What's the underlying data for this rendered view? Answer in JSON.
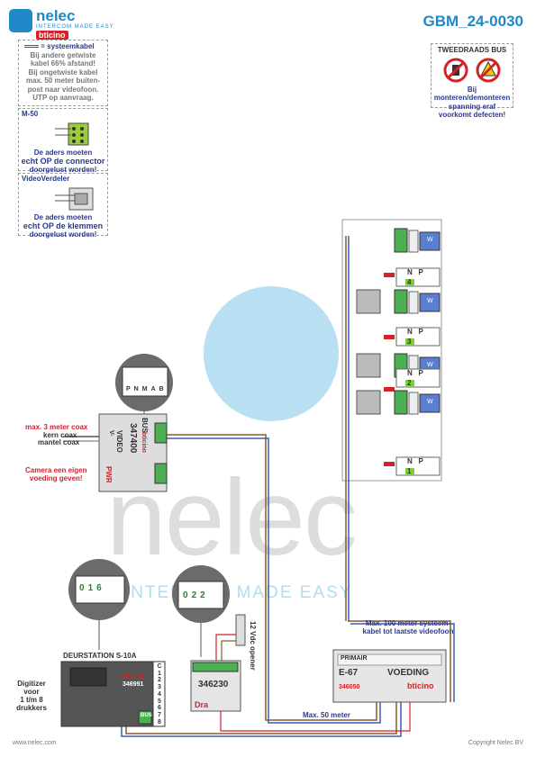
{
  "header": {
    "brand": "nelec",
    "brand_tagline": "INTERCOM MADE EASY",
    "bticino": "bticino",
    "doc_number": "GBM_24-0030"
  },
  "notes": {
    "cable": {
      "legend": "= systeemkabel",
      "lines": [
        "Bij andere getwiste",
        "kabel 66% afstand!",
        "Bij ongetwiste kabel",
        "max. 50 meter buiten-",
        "post naar videofoon.",
        "UTP op aanvraag."
      ]
    },
    "m50": {
      "title": "M-50",
      "lines": [
        "De aders moeten",
        "echt OP de connector",
        "doorgelust worden!"
      ]
    },
    "videoverdeler": {
      "title": "VideoVerdeler",
      "lines": [
        "De aders moeten",
        "echt OP de klemmen",
        "doorgelust worden!"
      ]
    },
    "warning": {
      "title": "TWEEDRAADS BUS",
      "lines": [
        "Bij monteren/demonteren",
        "spanning eraf",
        "voorkomt defecten!"
      ]
    }
  },
  "watermark": {
    "text": "nelec",
    "tagline": "INTERCOM MADE EASY"
  },
  "labels": {
    "max_coax": "max. 3 meter coax",
    "kern_coax": "kern coax",
    "mantel_coax": "mantel coax",
    "camera_power": [
      "Camera een eigen",
      "voeding geven!"
    ],
    "max_100": [
      "Max. 100 meter systeem-",
      "kabel tot laatste videofoon"
    ],
    "max_50": "Max. 50 meter",
    "opener": "12 Vdc opener",
    "deurstation": "DEURSTATION S-10A",
    "digitizer": [
      "Digitizer",
      "voor",
      "1 t/m 8",
      "drukkers"
    ]
  },
  "modules": {
    "m347400": {
      "code": "347400",
      "bus": "BUS",
      "video": "VIDEO",
      "v_minus": "V-",
      "pwr": "PWR",
      "bticino": "bticino"
    },
    "m346991": {
      "code": "346991",
      "bticino": "bticino",
      "bus": "BUS",
      "buttons": [
        "C",
        "1",
        "2",
        "3",
        "4",
        "5",
        "6",
        "7",
        "8"
      ]
    },
    "m346230": {
      "code": "346230",
      "dra": "Dra"
    },
    "e67": {
      "primair": "PRIMAIR",
      "model": "E-67",
      "name": "VOEDING",
      "code": "346050",
      "bticino": "bticino"
    }
  },
  "zoom_terminals": {
    "top": [
      "P",
      "N",
      "M",
      "A",
      "B"
    ],
    "bottom_left": [
      "0",
      "1",
      "6"
    ],
    "bottom_mid": [
      "0",
      "2",
      "2"
    ]
  },
  "apartments": [
    {
      "n": "4",
      "np": [
        "N",
        "P"
      ],
      "w": "W"
    },
    {
      "n": "3",
      "np": [
        "N",
        "P"
      ],
      "w": "W"
    },
    {
      "n": "2",
      "np": [
        "N",
        "P"
      ],
      "w": "W"
    },
    {
      "n": "1",
      "np": [
        "N",
        "P"
      ],
      "w": "W"
    }
  ],
  "footer": {
    "left": "www.nelec.com",
    "right": "Copyright Nelec BV"
  }
}
